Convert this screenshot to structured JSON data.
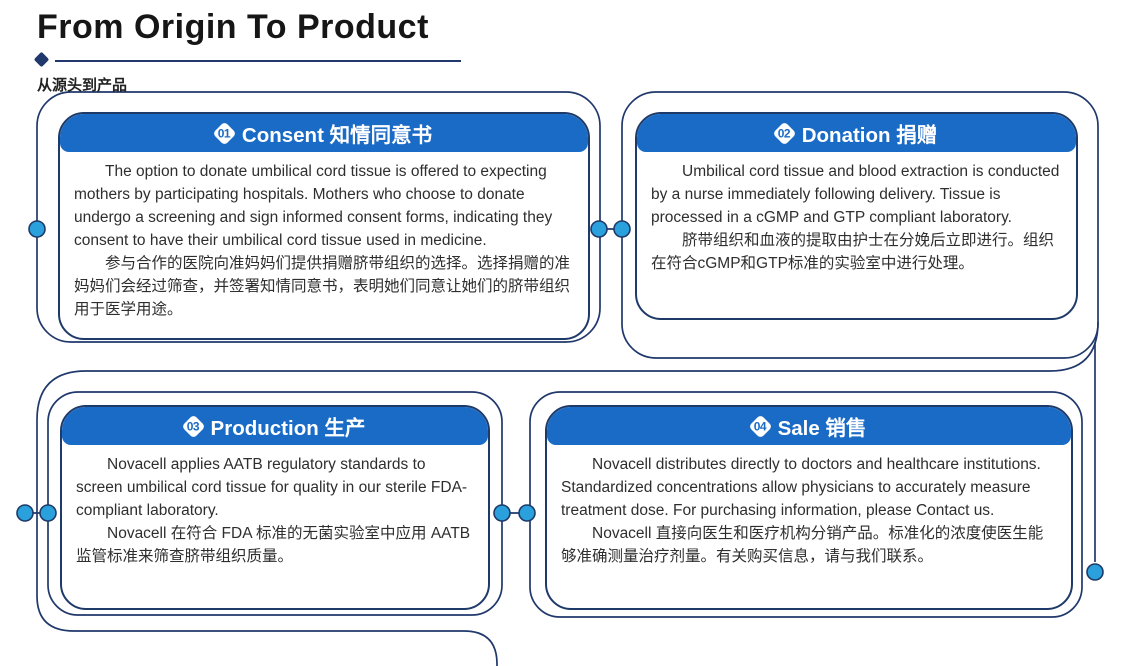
{
  "page": {
    "title": "From Origin To Product",
    "subtitle": "从源头到产品"
  },
  "colors": {
    "outline_navy": "#20386b",
    "header_blue": "#1a6bc6",
    "dot_blue": "#2aa0dc",
    "text_dark": "#2e2e2e"
  },
  "cards": [
    {
      "num": "01",
      "title": "Consent 知情同意书",
      "en": "The option to donate umbilical cord tissue is offered to expecting mothers by  participating hospitals. Mothers who choose to donate undergo a screening and sign informed consent forms, indicating they consent to have their umbilical cord tissue used in medicine.",
      "zh": "参与合作的医院向准妈妈们提供捐赠脐带组织的选择。选择捐赠的准妈妈们会经过筛查，并签署知情同意书，表明她们同意让她们的脐带组织用于医学用途。"
    },
    {
      "num": "02",
      "title": "Donation 捐赠",
      "en": "Umbilical cord tissue and blood extraction is conducted by a nurse immediately following delivery. Tissue is processed in a cGMP and GTP compliant laboratory.",
      "zh": "脐带组织和血液的提取由护士在分娩后立即进行。组织在符合cGMP和GTP标准的实验室中进行处理。"
    },
    {
      "num": "03",
      "title": "Production 生产",
      "en": "Novacell applies AATB regulatory standards to screen umbilical cord tissue for quality in our sterile FDA-compliant laboratory.",
      "zh": "Novacell 在符合 FDA 标准的无菌实验室中应用 AATB 监管标准来筛查脐带组织质量。"
    },
    {
      "num": "04",
      "title": "Sale 销售",
      "en": "Novacell distributes directly to doctors and healthcare institutions. Standardized concentrations allow physicians to accurately measure treatment dose. For purchasing information, please Contact us.",
      "zh": "Novacell 直接向医生和医疗机构分销产品。标准化的浓度使医生能够准确测量治疗剂量。有关购买信息，请与我们联系。"
    }
  ]
}
